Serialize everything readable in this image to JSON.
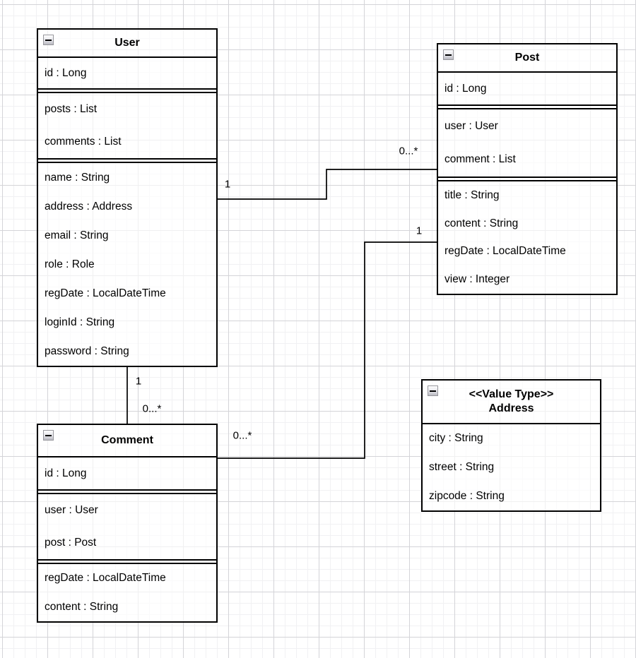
{
  "diagram": {
    "kind": "uml-class-diagram",
    "colors": {
      "stroke": "#000000",
      "text": "#000000",
      "canvas": "#ffffff",
      "grid_minor": "#f1f1f3",
      "grid_major": "#d4d4d8",
      "icon_border": "#97979d"
    },
    "classes": [
      {
        "name": "User",
        "stereotype": "",
        "collapse_icon": "minus-icon",
        "sections": [
          {
            "rows": [
              "id : Long"
            ]
          },
          {
            "rows": [
              "posts : List",
              "comments : List"
            ]
          },
          {
            "rows": [
              "name : String",
              "address : Address",
              "email : String",
              "role : Role",
              "regDate : LocalDateTime",
              "loginId : String",
              "password : String"
            ]
          }
        ]
      },
      {
        "name": "Post",
        "stereotype": "",
        "collapse_icon": "minus-icon",
        "sections": [
          {
            "rows": [
              "id : Long"
            ]
          },
          {
            "rows": [
              "user : User",
              "comment : List"
            ]
          },
          {
            "rows": [
              "title : String",
              "content : String",
              "regDate : LocalDateTime",
              "view : Integer"
            ]
          }
        ]
      },
      {
        "name": "Comment",
        "stereotype": "",
        "collapse_icon": "minus-icon",
        "sections": [
          {
            "rows": [
              "id : Long"
            ]
          },
          {
            "rows": [
              "user : User",
              "post : Post"
            ]
          },
          {
            "rows": [
              "regDate : LocalDateTime",
              "content : String"
            ]
          }
        ]
      },
      {
        "name": "Address",
        "stereotype": "<<Value Type>>",
        "collapse_icon": "minus-icon",
        "sections": [
          {
            "rows": [
              "city : String",
              "street : String",
              "zipcode : String"
            ]
          }
        ]
      }
    ],
    "relations": [
      {
        "from": "User",
        "to": "Post",
        "from_label": "1",
        "to_label": "0...*"
      },
      {
        "from": "User",
        "to": "Comment",
        "from_label": "1",
        "to_label": "0...*"
      },
      {
        "from": "Comment",
        "to": "Post",
        "from_label": "0...*",
        "to_label": "1"
      }
    ]
  }
}
